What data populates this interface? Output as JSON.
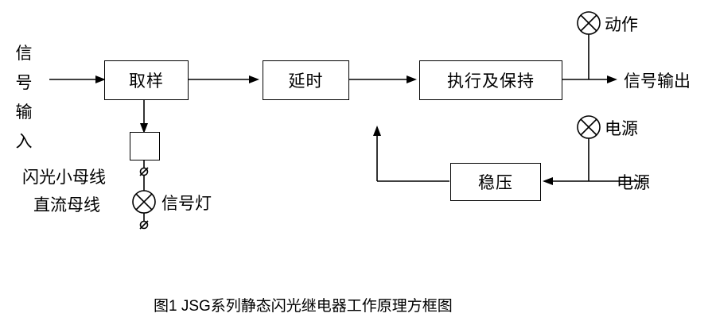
{
  "figure": {
    "caption": "图1  JSG系列静态闪光继电器工作原理方框图"
  },
  "blocks": [
    {
      "id": "sampling",
      "label": "取样"
    },
    {
      "id": "delay",
      "label": "延时"
    },
    {
      "id": "execute-hold",
      "label": "执行及保持"
    },
    {
      "id": "voltage-regulator",
      "label": "稳压"
    },
    {
      "id": "flash-contact",
      "label": ""
    }
  ],
  "labels": {
    "signal_input": [
      "信",
      "号",
      "输",
      "入"
    ],
    "flash_bus": "闪光小母线",
    "dc_bus": "直流母线",
    "signal_lamp": "信号灯",
    "action": "动作",
    "signal_output": "信号输出",
    "power_lamp": "电源",
    "power_source": "电源"
  },
  "icons": {
    "lamp": "lamp-cross-circle-icon",
    "terminal": "terminal-circle-icon",
    "arrow": "arrow-head-icon"
  },
  "colors": {
    "stroke": "#000000",
    "background": "#ffffff"
  }
}
